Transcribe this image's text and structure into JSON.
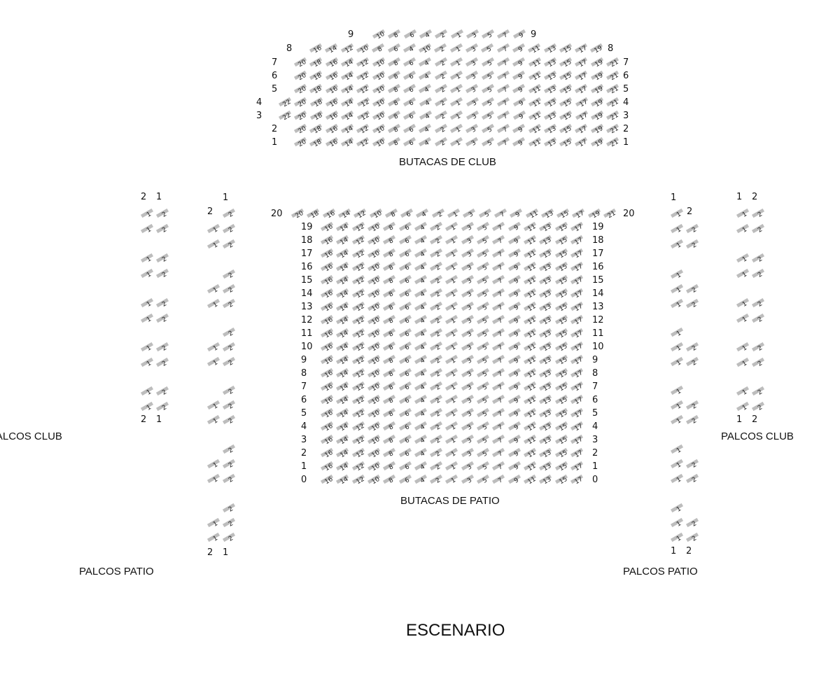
{
  "sections": {
    "club": "BUTACAS DE CLUB",
    "patio": "BUTACAS DE PATIO",
    "palcos_club": "PALCOS CLUB",
    "palcos_patio": "PALCOS PATIO",
    "stage": "ESCENARIO"
  },
  "seat_color": "#bdbdbd",
  "club": {
    "rows": [
      {
        "row": "9",
        "seats": [
          "10",
          "8",
          "6",
          "4",
          "2",
          "1",
          "3",
          "5",
          "7",
          "9"
        ]
      },
      {
        "row": "8",
        "seats": [
          "16",
          "14",
          "12",
          "10",
          "8",
          "6",
          "4",
          "10",
          "2",
          "1",
          "3",
          "5",
          "7",
          "9",
          "11",
          "13",
          "15",
          "17",
          "19"
        ]
      },
      {
        "row": "7",
        "seats": [
          "20",
          "18",
          "16",
          "14",
          "12",
          "10",
          "8",
          "6",
          "4",
          "2",
          "1",
          "3",
          "5",
          "7",
          "9",
          "11",
          "13",
          "15",
          "17",
          "19",
          "21"
        ]
      },
      {
        "row": "6",
        "seats": [
          "20",
          "18",
          "16",
          "14",
          "12",
          "10",
          "8",
          "6",
          "4",
          "2",
          "1",
          "3",
          "5",
          "7",
          "9",
          "11",
          "13",
          "15",
          "17",
          "19",
          "21"
        ]
      },
      {
        "row": "5",
        "seats": [
          "20",
          "18",
          "16",
          "14",
          "12",
          "10",
          "8",
          "6",
          "4",
          "2",
          "1",
          "3",
          "5",
          "7",
          "9",
          "11",
          "13",
          "15",
          "17",
          "19",
          "21"
        ]
      },
      {
        "row": "4",
        "seats": [
          "22",
          "20",
          "18",
          "16",
          "14",
          "12",
          "10",
          "8",
          "6",
          "4",
          "2",
          "1",
          "3",
          "5",
          "7",
          "9",
          "11",
          "13",
          "15",
          "17",
          "19",
          "21"
        ]
      },
      {
        "row": "3",
        "seats": [
          "22",
          "20",
          "18",
          "16",
          "14",
          "12",
          "10",
          "8",
          "6",
          "4",
          "2",
          "1",
          "3",
          "5",
          "7",
          "9",
          "11",
          "13",
          "15",
          "17",
          "19",
          "21"
        ]
      },
      {
        "row": "2",
        "seats": [
          "20",
          "18",
          "16",
          "14",
          "12",
          "10",
          "8",
          "6",
          "4",
          "2",
          "1",
          "3",
          "5",
          "7",
          "9",
          "11",
          "13",
          "15",
          "17",
          "19",
          "21"
        ]
      },
      {
        "row": "1",
        "seats": [
          "20",
          "18",
          "16",
          "14",
          "12",
          "10",
          "8",
          "6",
          "4",
          "2",
          "1",
          "3",
          "5",
          "7",
          "9",
          "11",
          "13",
          "15",
          "17",
          "19",
          "21"
        ]
      }
    ]
  },
  "patio": {
    "rows": [
      {
        "row": "20",
        "seats": [
          "20",
          "18",
          "16",
          "14",
          "12",
          "10",
          "8",
          "6",
          "4",
          "2",
          "1",
          "3",
          "5",
          "7",
          "9",
          "11",
          "13",
          "15",
          "17",
          "19",
          "21"
        ]
      },
      {
        "row": "19",
        "seats": [
          "16",
          "14",
          "12",
          "10",
          "8",
          "6",
          "4",
          "2",
          "1",
          "3",
          "5",
          "7",
          "9",
          "11",
          "13",
          "15",
          "17"
        ]
      },
      {
        "row": "18",
        "seats": [
          "16",
          "14",
          "12",
          "10",
          "8",
          "6",
          "4",
          "2",
          "1",
          "3",
          "5",
          "7",
          "9",
          "11",
          "13",
          "15",
          "17"
        ]
      },
      {
        "row": "17",
        "seats": [
          "16",
          "14",
          "12",
          "10",
          "8",
          "6",
          "4",
          "2",
          "1",
          "3",
          "5",
          "7",
          "9",
          "11",
          "13",
          "15",
          "17"
        ]
      },
      {
        "row": "16",
        "seats": [
          "16",
          "14",
          "12",
          "10",
          "8",
          "6",
          "4",
          "2",
          "1",
          "3",
          "5",
          "7",
          "9",
          "11",
          "13",
          "15",
          "17"
        ]
      },
      {
        "row": "15",
        "seats": [
          "16",
          "14",
          "12",
          "10",
          "8",
          "6",
          "4",
          "2",
          "1",
          "3",
          "5",
          "7",
          "9",
          "11",
          "13",
          "15",
          "17"
        ]
      },
      {
        "row": "14",
        "seats": [
          "16",
          "14",
          "12",
          "10",
          "8",
          "6",
          "4",
          "2",
          "1",
          "3",
          "5",
          "7",
          "9",
          "11",
          "13",
          "15",
          "17"
        ]
      },
      {
        "row": "13",
        "seats": [
          "16",
          "14",
          "12",
          "10",
          "8",
          "6",
          "4",
          "2",
          "1",
          "3",
          "5",
          "7",
          "9",
          "11",
          "13",
          "15",
          "17"
        ]
      },
      {
        "row": "12",
        "seats": [
          "16",
          "14",
          "12",
          "10",
          "8",
          "6",
          "4",
          "2",
          "1",
          "3",
          "5",
          "7",
          "9",
          "11",
          "13",
          "15",
          "17"
        ]
      },
      {
        "row": "11",
        "seats": [
          "16",
          "14",
          "12",
          "10",
          "8",
          "6",
          "4",
          "2",
          "1",
          "3",
          "5",
          "7",
          "9",
          "11",
          "13",
          "15",
          "17"
        ]
      },
      {
        "row": "10",
        "seats": [
          "16",
          "14",
          "12",
          "10",
          "8",
          "6",
          "4",
          "2",
          "1",
          "3",
          "5",
          "7",
          "9",
          "11",
          "13",
          "15",
          "17"
        ]
      },
      {
        "row": "9",
        "seats": [
          "16",
          "14",
          "12",
          "10",
          "8",
          "6",
          "4",
          "2",
          "1",
          "3",
          "5",
          "7",
          "9",
          "11",
          "13",
          "15",
          "17"
        ]
      },
      {
        "row": "8",
        "seats": [
          "16",
          "14",
          "12",
          "10",
          "8",
          "6",
          "4",
          "2",
          "1",
          "3",
          "5",
          "7",
          "9",
          "11",
          "13",
          "15",
          "17"
        ]
      },
      {
        "row": "7",
        "seats": [
          "16",
          "14",
          "12",
          "10",
          "8",
          "6",
          "4",
          "2",
          "1",
          "3",
          "5",
          "7",
          "9",
          "11",
          "13",
          "15",
          "17"
        ]
      },
      {
        "row": "6",
        "seats": [
          "16",
          "14",
          "12",
          "10",
          "8",
          "6",
          "4",
          "2",
          "1",
          "3",
          "5",
          "7",
          "9",
          "11",
          "13",
          "15",
          "17"
        ]
      },
      {
        "row": "5",
        "seats": [
          "16",
          "14",
          "12",
          "10",
          "8",
          "6",
          "4",
          "2",
          "1",
          "3",
          "5",
          "7",
          "9",
          "11",
          "13",
          "15",
          "17"
        ]
      },
      {
        "row": "4",
        "seats": [
          "16",
          "14",
          "12",
          "10",
          "8",
          "6",
          "4",
          "2",
          "1",
          "3",
          "5",
          "7",
          "9",
          "11",
          "13",
          "15",
          "17"
        ]
      },
      {
        "row": "3",
        "seats": [
          "16",
          "14",
          "12",
          "10",
          "8",
          "6",
          "4",
          "2",
          "1",
          "3",
          "5",
          "7",
          "9",
          "11",
          "13",
          "15",
          "17"
        ]
      },
      {
        "row": "2",
        "seats": [
          "16",
          "14",
          "12",
          "10",
          "8",
          "6",
          "4",
          "2",
          "1",
          "3",
          "5",
          "7",
          "9",
          "11",
          "13",
          "15",
          "17"
        ]
      },
      {
        "row": "1",
        "seats": [
          "16",
          "14",
          "12",
          "10",
          "8",
          "6",
          "4",
          "2",
          "1",
          "3",
          "5",
          "7",
          "9",
          "11",
          "13",
          "15",
          "17"
        ]
      },
      {
        "row": "0",
        "seats": [
          "16",
          "14",
          "12",
          "10",
          "8",
          "6",
          "4",
          "2",
          "1",
          "3",
          "5",
          "7",
          "9",
          "11",
          "13",
          "15",
          "17"
        ]
      }
    ]
  },
  "boxes": {
    "palcos_club_left_header": [
      "2",
      "1"
    ],
    "palcos_club_left_footer": [
      "2",
      "1"
    ],
    "palcos_club_right_header": [
      "1",
      "2"
    ],
    "palcos_club_right_footer": [
      "1",
      "2"
    ],
    "palcos_patio_left_header": [
      "2",
      "1"
    ],
    "palcos_patio_left_top": "1",
    "palcos_patio_left_footer": [
      "2",
      "1"
    ],
    "palcos_patio_right_header": [
      "1",
      "2"
    ],
    "palcos_patio_right_top": "1",
    "palcos_patio_right_footer": [
      "1",
      "2"
    ],
    "pair_left": "1",
    "pair_right": "2"
  }
}
